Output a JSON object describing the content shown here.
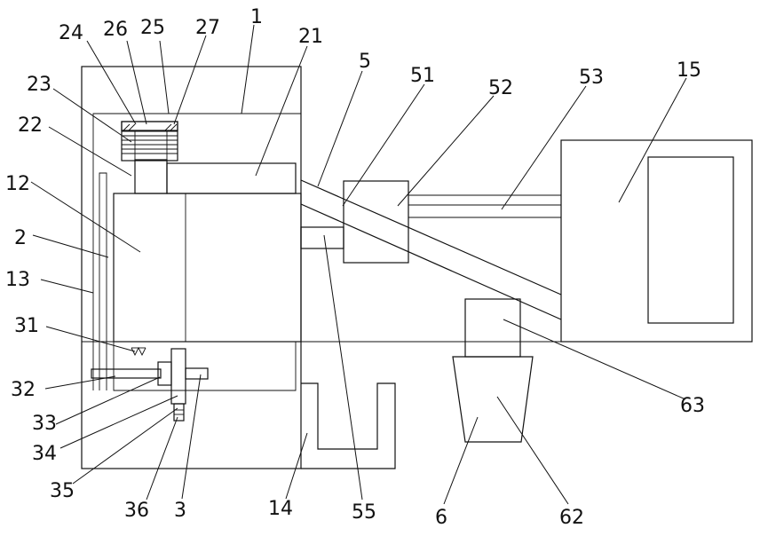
{
  "labels": {
    "l1": "1",
    "l2": "2",
    "l3": "3",
    "l5": "5",
    "l6": "6",
    "l12": "12",
    "l13": "13",
    "l14": "14",
    "l15": "15",
    "l21": "21",
    "l22": "22",
    "l23": "23",
    "l24": "24",
    "l25": "25",
    "l26": "26",
    "l27": "27",
    "l31": "31",
    "l32": "32",
    "l33": "33",
    "l34": "34",
    "l35": "35",
    "l36": "36",
    "l51": "51",
    "l52": "52",
    "l53": "53",
    "l55": "55",
    "l62": "62",
    "l63": "63"
  },
  "colors": {
    "line": "#111111",
    "background": "#ffffff"
  }
}
